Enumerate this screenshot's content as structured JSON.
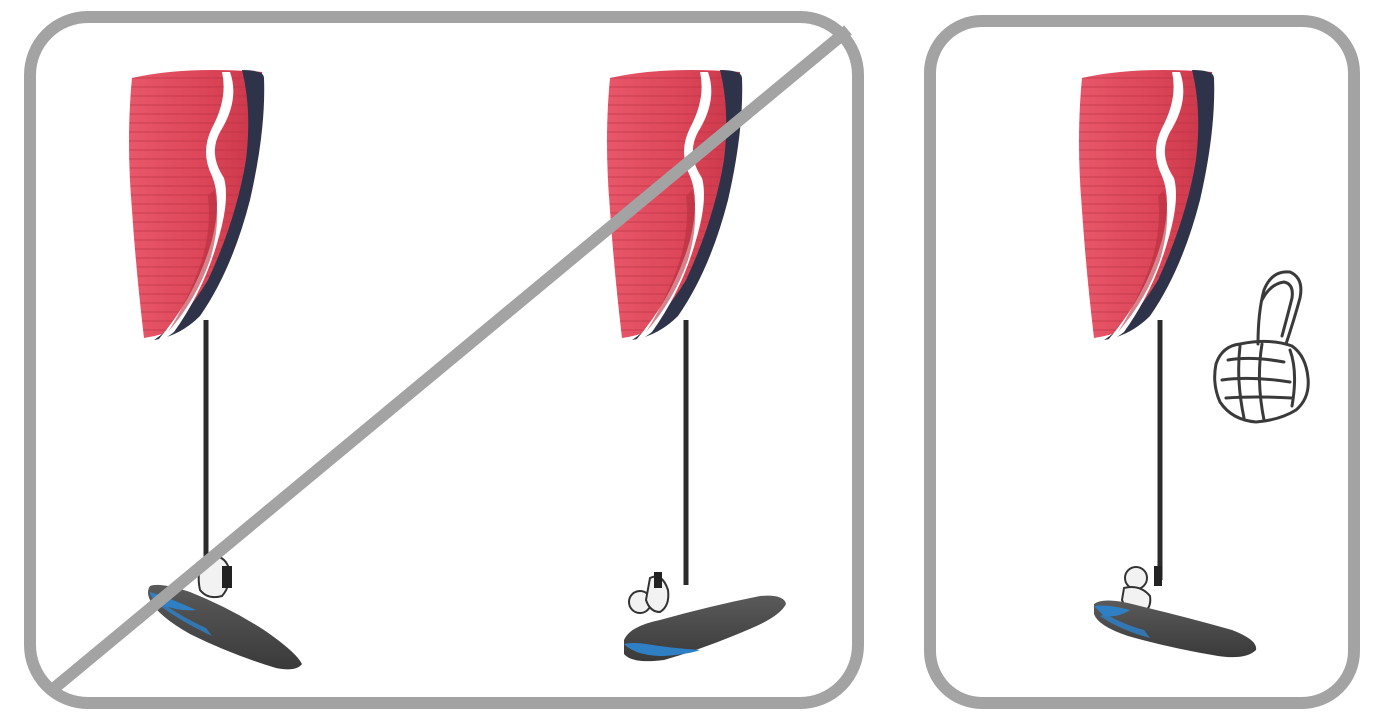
{
  "panels": [
    {
      "id": "incorrect",
      "verdict": "not-recommended",
      "figures": [
        {
          "pose": "pilot-upright-legs-down",
          "id": "fig-a"
        },
        {
          "pose": "pilot-reclined-legs-up",
          "id": "fig-b"
        }
      ],
      "overlay_icon": "prohibited-slash-icon"
    },
    {
      "id": "correct",
      "verdict": "recommended",
      "figures": [
        {
          "pose": "pilot-seated-normal",
          "id": "fig-c"
        }
      ],
      "overlay_icon": "thumbs-up-icon"
    }
  ],
  "colors": {
    "frame": "#a3a3a3",
    "wing_red": "#df4a5b",
    "wing_red_dark": "#b8303f",
    "wing_navy": "#2e3349",
    "wing_white": "#ffffff",
    "lines": "#2b2b2b",
    "pod": "#4a4a4a",
    "pod_blue": "#2f7fc4",
    "slash": "#a3a3a3",
    "sketch": "#3a3a3a"
  }
}
